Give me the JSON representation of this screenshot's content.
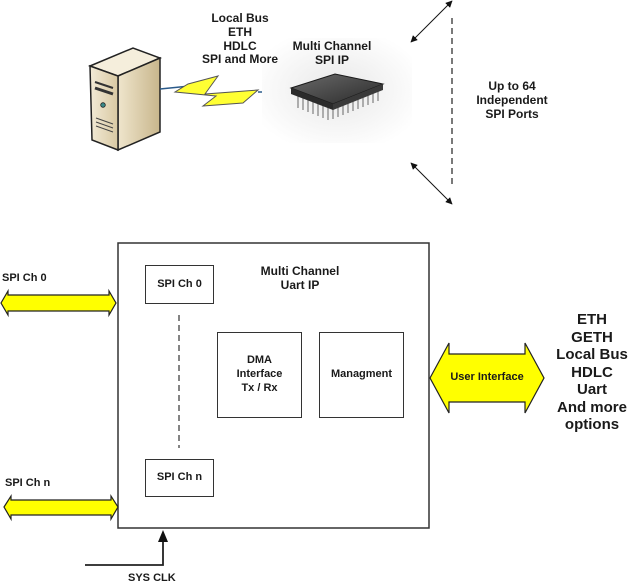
{
  "top": {
    "bus_labels": [
      "Local Bus",
      "ETH",
      "HDLC",
      "SPI and More"
    ],
    "chip_title": [
      "Multi Channel",
      "SPI IP"
    ],
    "ports_label": [
      "Up to 64",
      "Independent",
      "SPI Ports"
    ],
    "icons": {
      "server": "server-tower-icon",
      "link": "lightning-link-icon",
      "chip": "microchip-icon"
    }
  },
  "block": {
    "title": [
      "Multi Channel",
      "Uart IP"
    ],
    "spi_ch0": "SPI Ch 0",
    "spi_chn": "SPI Ch n",
    "dma": [
      "DMA",
      "Interface",
      "Tx / Rx"
    ],
    "management": "Managment",
    "user_interface": "User Interface",
    "ext_spi_ch0": "SPI Ch 0",
    "ext_spi_chn": "SPI Ch n",
    "sys_clk": "SYS CLK",
    "options": [
      "ETH",
      "GETH",
      "Local Bus",
      "HDLC",
      "Uart",
      "And more",
      "options"
    ]
  },
  "colors": {
    "arrow_fill": "#ffff00",
    "line": "#222222",
    "server_body": "#e8dcc0"
  }
}
